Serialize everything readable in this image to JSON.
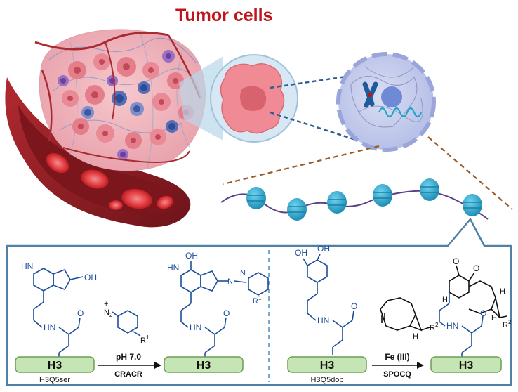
{
  "title": "Tumor cells",
  "panel_left": {
    "atom_nh": "HN",
    "atom_oh": "OH",
    "atom_nh_amide": "HN",
    "atom_o": "O",
    "box_label": "H3",
    "compound_name": "H3Q5ser",
    "reagent_charge": "+",
    "reagent_n2": "N",
    "reagent_subscript": "2",
    "reagent_r": "R",
    "reagent_r_sup": "1",
    "arrow_top": "pH 7.0",
    "arrow_bottom": "CRACR",
    "product_nh": "HN",
    "product_oh": "OH",
    "product_n1": "N",
    "product_n2": "N",
    "product_r": "R",
    "product_r_sup": "1",
    "product_nh_amide": "HN",
    "product_o": "O",
    "product_box": "H3"
  },
  "panel_right": {
    "atom_oh1": "OH",
    "atom_oh2": "OH",
    "atom_nh_amide": "HN",
    "atom_o": "O",
    "box_label": "H3",
    "compound_name": "H3Q5dop",
    "reagent_h": "H",
    "reagent_r": "R",
    "reagent_r_sup": "2",
    "arrow_top": "Fe (III)",
    "arrow_bottom": "SPOCQ",
    "product_o1": "O",
    "product_o2": "O",
    "product_h1": "H",
    "product_h2": "H",
    "product_h3": "H",
    "product_r": "R",
    "product_r_sup": "2",
    "product_nh_amide": "HN",
    "product_o3": "O",
    "product_box": "H3"
  },
  "colors": {
    "title_red": "#c0141b",
    "chem_blue": "#1c4e9b",
    "box_green": "#c6e5b4",
    "box_border": "#6c9e55",
    "panel_border": "#4f81a8",
    "nucleosome": "#3fb5d6",
    "vessel": "#8e1f25",
    "dash_brown": "#9a5c2b"
  }
}
